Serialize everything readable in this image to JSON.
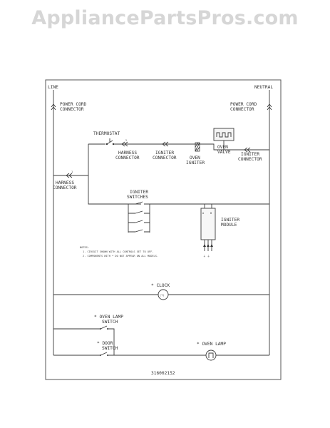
{
  "watermark": "AppliancePartsPros.com",
  "diagram": {
    "line_label": "LINE",
    "neutral_label": "NEUTRAL",
    "power_cord_left": [
      "POWER CORD",
      "CONNECTOR"
    ],
    "power_cord_right": [
      "POWER CORD",
      "CONNECTOR"
    ],
    "thermostat": "THERMOSTAT",
    "harness_connector_top": [
      "HARNESS",
      "CONNECTOR"
    ],
    "igniter_connector_left": [
      "IGNITER",
      "CONNECTOR"
    ],
    "oven_igniter": [
      "OVEN",
      "IGNITER"
    ],
    "oven_valve": [
      "OVEN",
      "VALVE"
    ],
    "igniter_connector_right": [
      "IGNITER",
      "CONNECTOR"
    ],
    "harness_connector_left": [
      "HARNESS",
      "CONNECTOR"
    ],
    "igniter_switches": [
      "IGNITER",
      "SWITCHES"
    ],
    "igniter_module": [
      "IGNITER",
      "MODULE"
    ],
    "notes_title": "NOTES:",
    "notes": [
      "1. CIRCUIT SHOWN WITH ALL CONTROLS SET TO OFF.",
      "2. COMPONENTS WITH * DO NOT APPEAR ON ALL MODELS."
    ],
    "clock": "* CLOCK",
    "oven_lamp_switch": [
      "* OVEN LAMP",
      "SWITCH"
    ],
    "door_switch": [
      "* DOOR",
      "SWITCH"
    ],
    "oven_lamp": "* OVEN LAMP",
    "part_number": "316002152"
  }
}
